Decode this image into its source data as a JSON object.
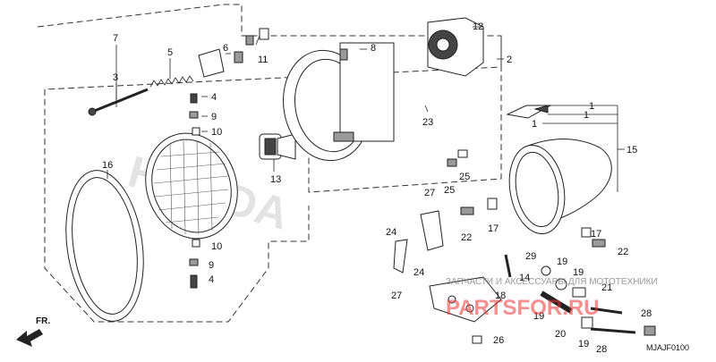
{
  "callouts": {
    "c1a": "1",
    "c1b": "1",
    "c1c": "1",
    "c2": "2",
    "c3": "3",
    "c4a": "4",
    "c4b": "4",
    "c5": "5",
    "c6": "6",
    "c7": "7",
    "c8": "8",
    "c9a": "9",
    "c9b": "9",
    "c10a": "10",
    "c10b": "10",
    "c11": "11",
    "c12": "12",
    "c13": "13",
    "c14": "14",
    "c15": "15",
    "c16": "16",
    "c17a": "17",
    "c17b": "17",
    "c18": "18",
    "c19a": "19",
    "c19b": "19",
    "c19c": "19",
    "c19d": "19",
    "c20": "20",
    "c21": "21",
    "c22a": "22",
    "c22b": "22",
    "c23": "23",
    "c24a": "24",
    "c24b": "24",
    "c25a": "25",
    "c25b": "25",
    "c26": "26",
    "c27a": "27",
    "c27b": "27",
    "c28a": "28",
    "c28b": "28",
    "c29": "29"
  },
  "direction_label": "FR.",
  "diagram_code": "MJAJF0100",
  "watermark_text": "ЗАПЧАСТИ И АКСЕССУАРЫ ДЛЯ МОТОТЕХНИКИ",
  "watermark_brand": "PARTSFOR.RU"
}
